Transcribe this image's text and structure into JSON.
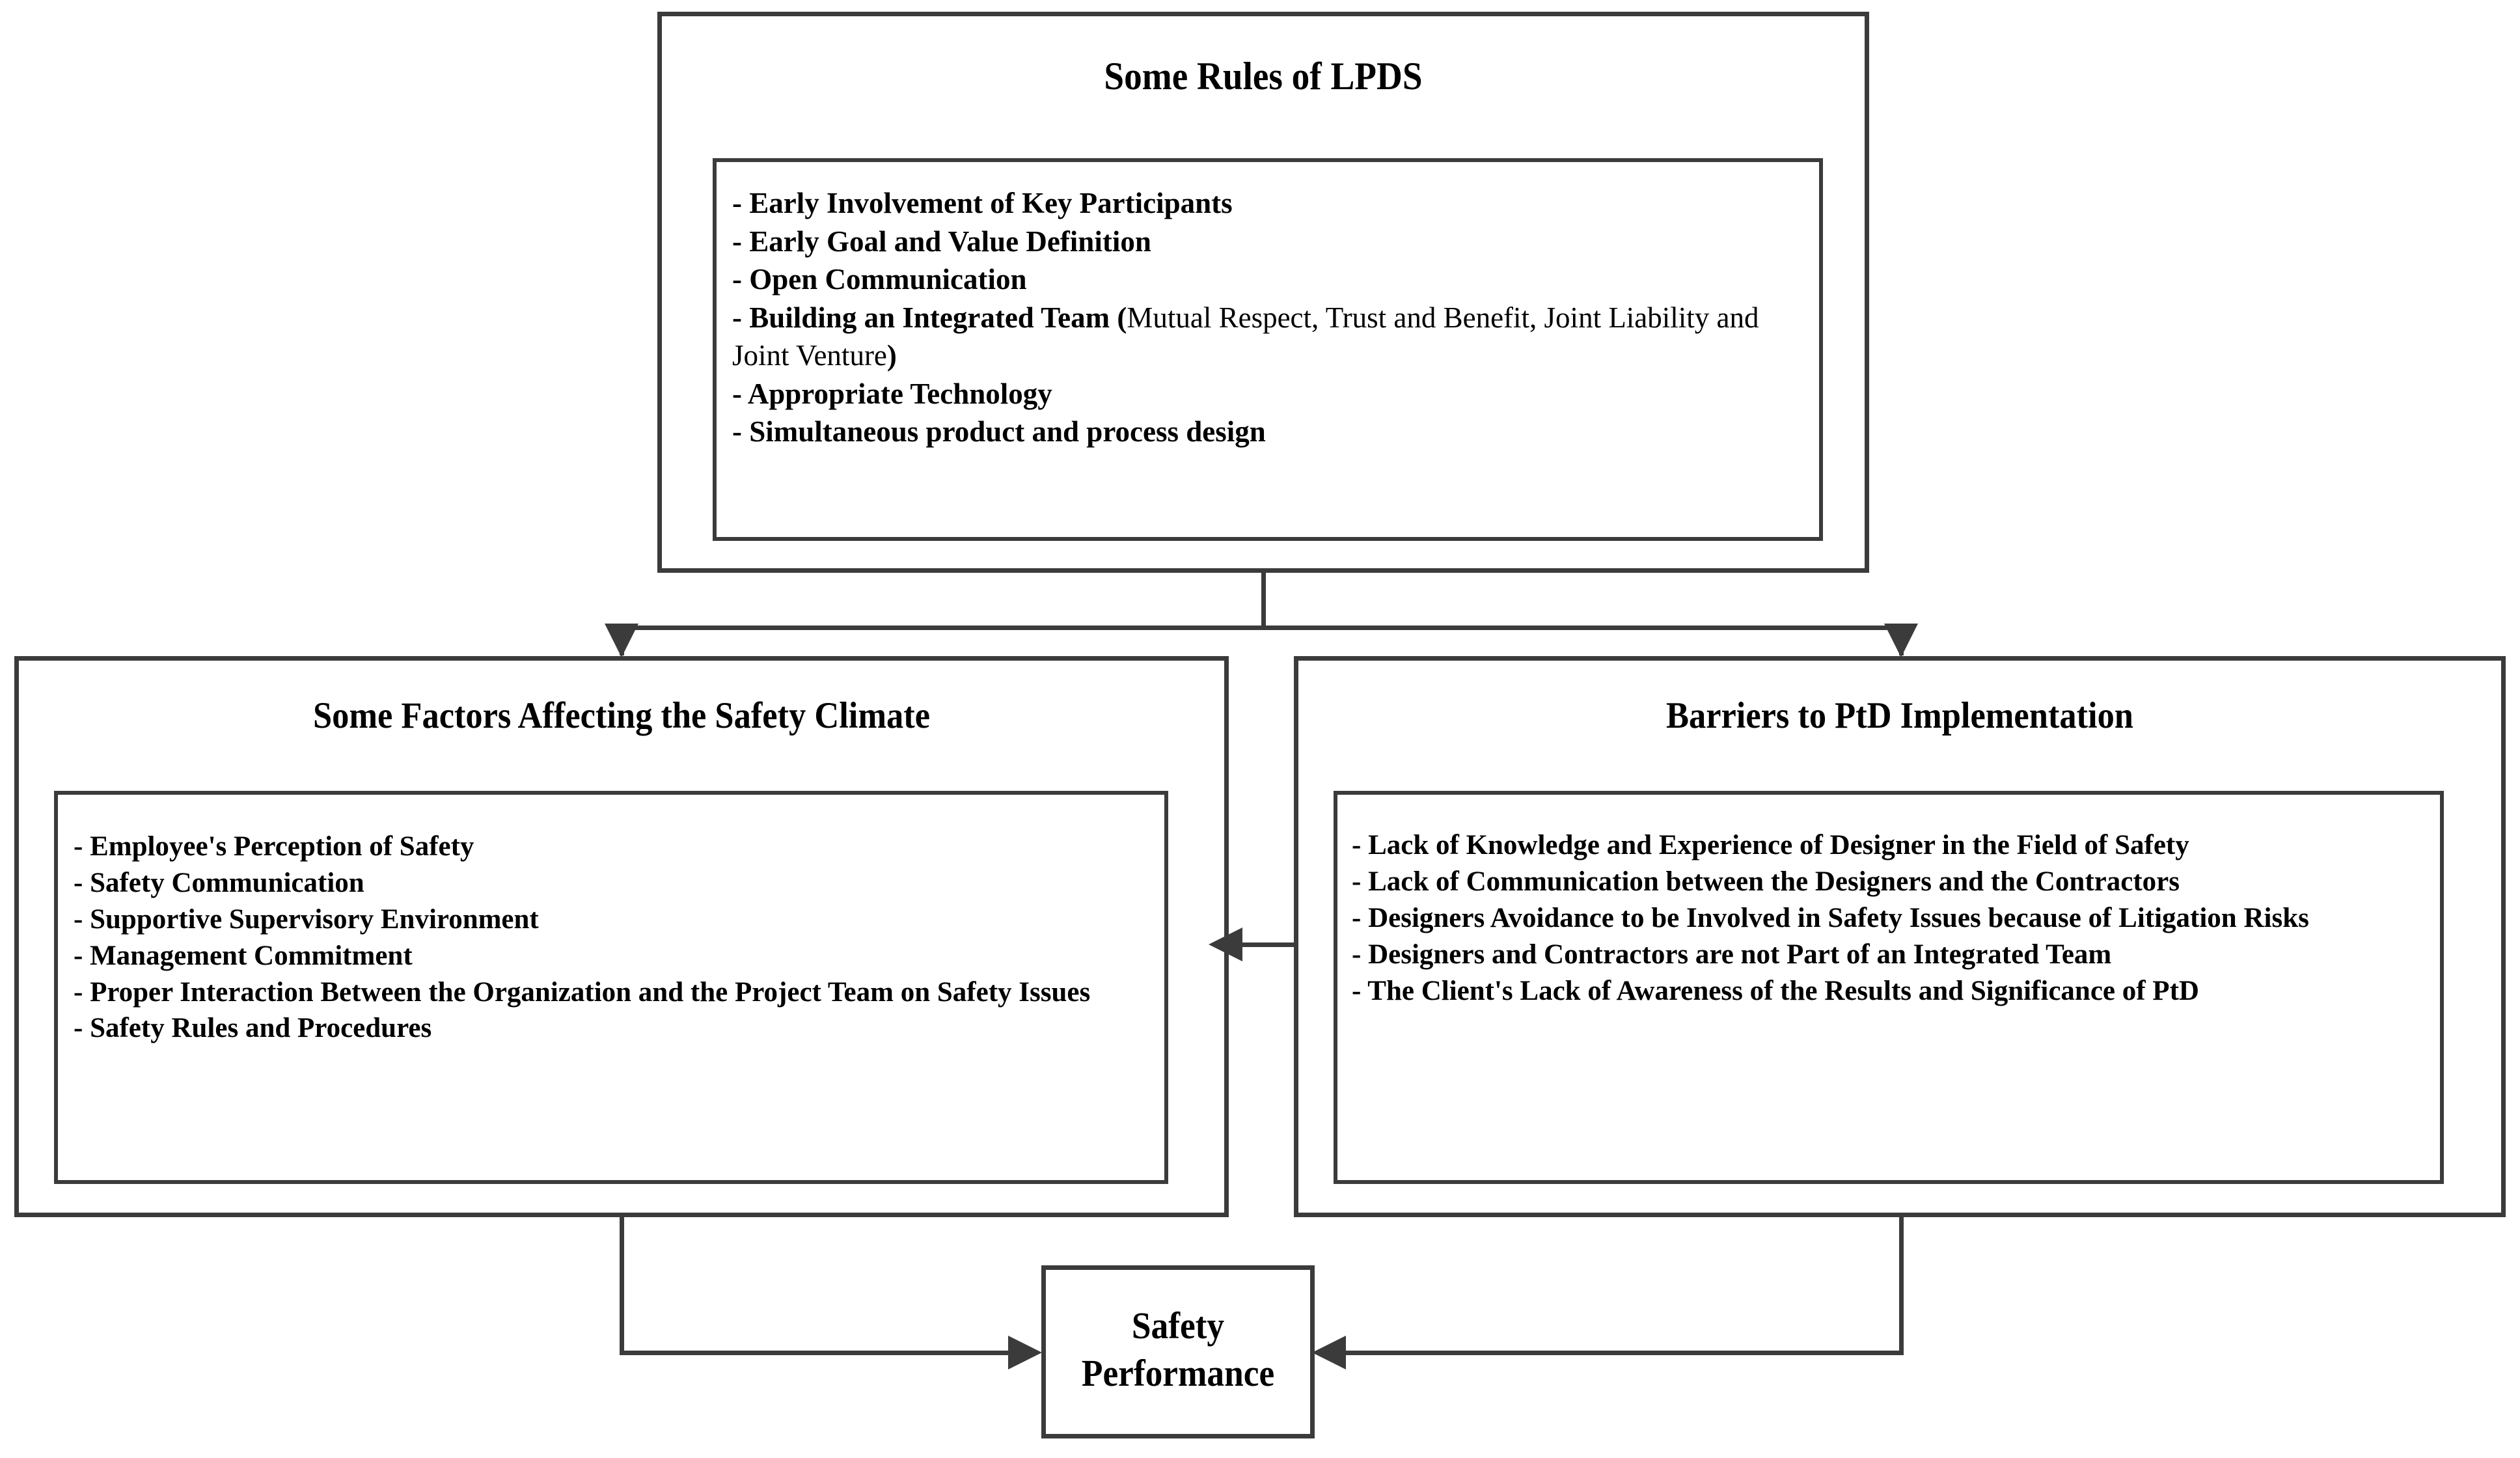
{
  "diagram": {
    "top_box": {
      "title": "Some Rules of LPDS",
      "items": [
        {
          "bold": "- Early Involvement of Key Participants",
          "regular": ""
        },
        {
          "bold": "- Early Goal and Value Definition",
          "regular": ""
        },
        {
          "bold": "- Open Communication",
          "regular": ""
        },
        {
          "bold": "- Building an Integrated Team (",
          "regular": "Mutual Respect, Trust and Benefit, Joint Liability and Joint Venture",
          "bold_tail": ")"
        },
        {
          "bold": "- Appropriate Technology",
          "regular": ""
        },
        {
          "bold": "- Simultaneous product and process design",
          "regular": ""
        }
      ]
    },
    "left_box": {
      "title": "Some Factors Affecting the Safety Climate",
      "items": [
        "- Employee's Perception of Safety",
        "- Safety Communication",
        "- Supportive Supervisory Environment",
        "- Management Commitment",
        "- Proper Interaction Between the Organization and the Project Team on Safety Issues",
        "- Safety Rules and Procedures"
      ]
    },
    "right_box": {
      "title": "Barriers to PtD Implementation",
      "items": [
        "- Lack of Knowledge and Experience of Designer in the Field of Safety",
        "- Lack of Communication between the Designers and the Contractors",
        "- Designers Avoidance to be Involved in Safety Issues because of Litigation Risks",
        "- Designers and Contractors are not Part of an Integrated Team",
        "- The Client's Lack of Awareness of the Results and Significance of PtD"
      ]
    },
    "outcome_box": {
      "title": "Safety\nPerformance"
    },
    "colors": {
      "line": "#3b3b3b",
      "text": "#000000",
      "background": "#ffffff"
    }
  }
}
